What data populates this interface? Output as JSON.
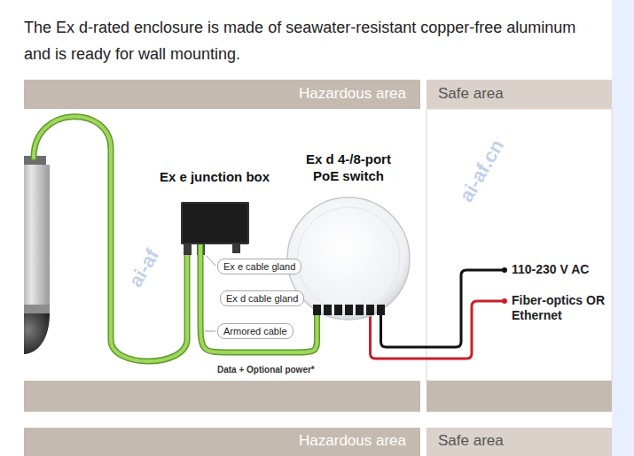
{
  "diagram": {
    "title": "The Ex d-rated enclosure is made of seawater-resistant copper-free aluminum and is ready for wall mounting.",
    "nodes": [
      {
        "text": [
          "Hazardous area"
        ]
      },
      {
        "text": [
          "Ex e junction box"
        ],
        "in": 0
      },
      {
        "text": [
          "Ex d 4-/8-port PoE switch"
        ],
        "in": 0
      },
      {
        "text": [
          "Safe area"
        ]
      },
      {
        "text": [
          "Hazardous area"
        ]
      },
      {
        "text": [
          "Safe area"
        ]
      }
    ],
    "edges": [
      {
        "from": 1,
        "to": 2,
        "arrow": "none"
      }
    ],
    "labels": [
      "Ex e cable gland",
      "Ex d cable gland",
      "Armored cable",
      "Data + Optional power*",
      "110-230 V AC",
      "Fiber-optics OR Ethernet",
      "ai-af.cn",
      "ai-af"
    ]
  }
}
